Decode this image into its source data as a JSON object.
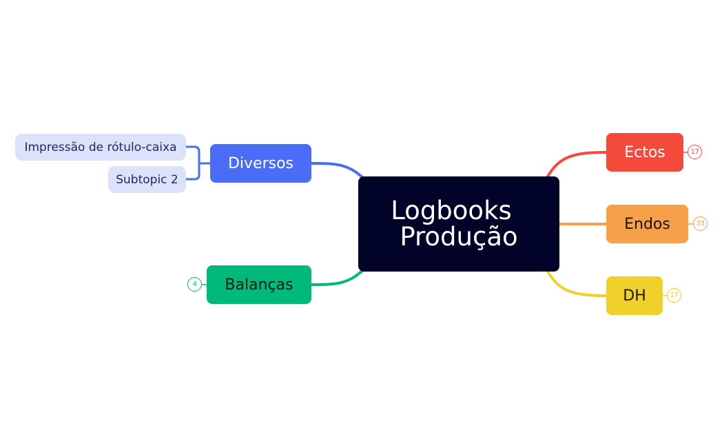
{
  "mindmap": {
    "central": {
      "line1": "Logbooks",
      "line2": "Produção"
    },
    "topics": {
      "diversos": {
        "label": "Diversos",
        "color": "#4a6cf7"
      },
      "balancas": {
        "label": "Balanças",
        "color": "#00b97a",
        "count": "4"
      },
      "ectos": {
        "label": "Ectos",
        "color": "#f44a3c",
        "count": "17"
      },
      "endos": {
        "label": "Endos",
        "color": "#f6a04a",
        "count": "33"
      },
      "dh": {
        "label": "DH",
        "color": "#f0d02a",
        "count": "17"
      }
    },
    "subtopics": {
      "sub1": {
        "label": "Impressão de rótulo-caixa"
      },
      "sub2": {
        "label": "Subtopic 2"
      }
    },
    "central_color": "#020328",
    "subtopic_color": "#dbe2fa"
  }
}
